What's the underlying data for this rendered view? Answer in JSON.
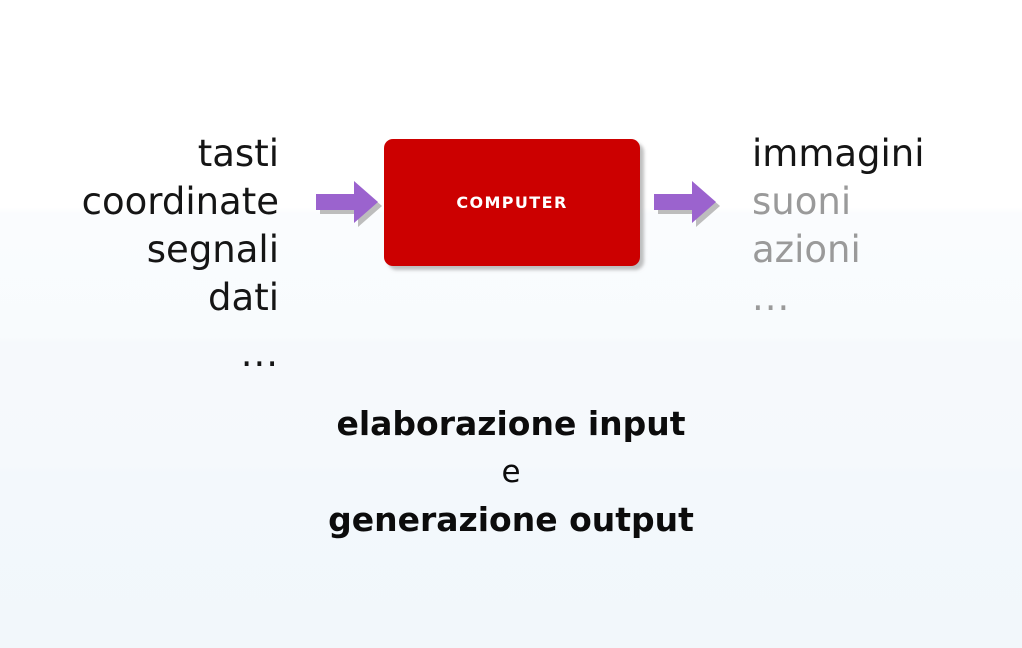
{
  "slide": {
    "background_top_color": "#ffffff",
    "background_bottom_color": "#f2f7fb"
  },
  "input": {
    "role": "input",
    "align": "right",
    "items": [
      {
        "label": "tasti",
        "tone": "dark"
      },
      {
        "label": "coordinate",
        "tone": "dark"
      },
      {
        "label": "segnali",
        "tone": "dark"
      },
      {
        "label": "dati",
        "tone": "dark"
      },
      {
        "label": "...",
        "tone": "dark"
      }
    ]
  },
  "output": {
    "role": "output",
    "align": "left",
    "items": [
      {
        "label": "immagini",
        "tone": "dark"
      },
      {
        "label": "suoni",
        "tone": "dim"
      },
      {
        "label": "azioni",
        "tone": "dim"
      },
      {
        "label": "...",
        "tone": "dim"
      }
    ]
  },
  "arrows": {
    "fill_color": "#9b63ce",
    "shadow_color": "#bdbdbd",
    "input_arrow_name": "arrow-right-input",
    "output_arrow_name": "arrow-right-output"
  },
  "computer": {
    "label": "COMPUTER",
    "fill_color": "#cc0000",
    "text_color": "#ffffff"
  },
  "caption": {
    "lines": [
      {
        "text": "elaborazione input",
        "weight": "bold"
      },
      {
        "text": "e",
        "weight": "regular"
      },
      {
        "text": "generazione output",
        "weight": "bold"
      }
    ]
  },
  "colors": {
    "text_dark": "#151515",
    "text_dim": "#9a9a9a",
    "accent_red": "#cc0000",
    "accent_purple": "#9b63ce"
  }
}
